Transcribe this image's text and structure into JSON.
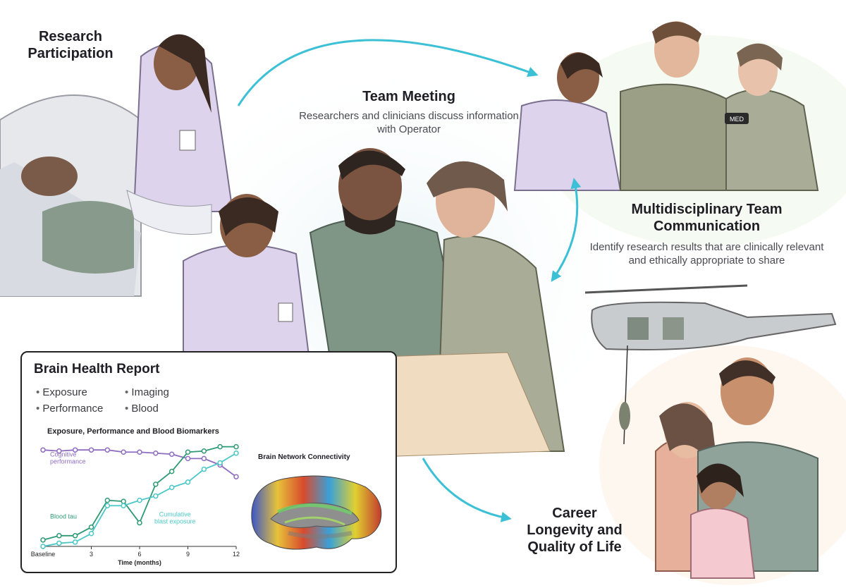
{
  "labels": {
    "research": "Research Participation",
    "team_title": "Team Meeting",
    "team_desc": "Researchers and clinicians discuss information with Operator",
    "multi_title": "Multidisciplinary Team Communication",
    "multi_desc": "Identify research results that are clinically relevant and ethically appropriate to share",
    "career": "Career Longevity and Quality of Life"
  },
  "report": {
    "title": "Brain Health Report",
    "items_left": [
      "Exposure",
      "Performance"
    ],
    "items_right": [
      "Imaging",
      "Blood"
    ],
    "network_title": "Brain Network Connectivity"
  },
  "chart_data": {
    "type": "line",
    "title": "Exposure, Performance and Blood Biomarkers",
    "xlabel": "Time (months)",
    "ylabel": "",
    "x": [
      0,
      1,
      2,
      3,
      4,
      5,
      6,
      7,
      8,
      9,
      10,
      11,
      12
    ],
    "x_tick_labels": [
      "Baseline",
      "3",
      "6",
      "9",
      "12"
    ],
    "x_tick_values": [
      0,
      3,
      6,
      9,
      12
    ],
    "ylim": [
      0,
      10
    ],
    "grid": false,
    "series": [
      {
        "name": "Cognitive performance",
        "color": "#8e6cc0",
        "values": [
          9.0,
          8.9,
          9.0,
          9.0,
          9.0,
          8.8,
          8.8,
          8.7,
          8.6,
          8.2,
          8.2,
          7.6,
          6.5
        ]
      },
      {
        "name": "Blood tau",
        "color": "#2e9a74",
        "values": [
          0.6,
          1.0,
          1.0,
          1.8,
          4.3,
          4.2,
          2.2,
          5.8,
          7.0,
          8.8,
          8.9,
          9.3,
          9.3
        ]
      },
      {
        "name": "Cumulative blast exposure",
        "color": "#4cc7c7",
        "values": [
          0.0,
          0.3,
          0.4,
          1.2,
          3.8,
          3.8,
          4.3,
          4.7,
          5.5,
          6.0,
          7.2,
          7.8,
          8.7
        ]
      }
    ]
  },
  "colors": {
    "arrow": "#3cc0d6",
    "accent_purple": "#8e6cc0",
    "accent_green": "#2e9a74",
    "accent_teal": "#4cc7c7"
  }
}
